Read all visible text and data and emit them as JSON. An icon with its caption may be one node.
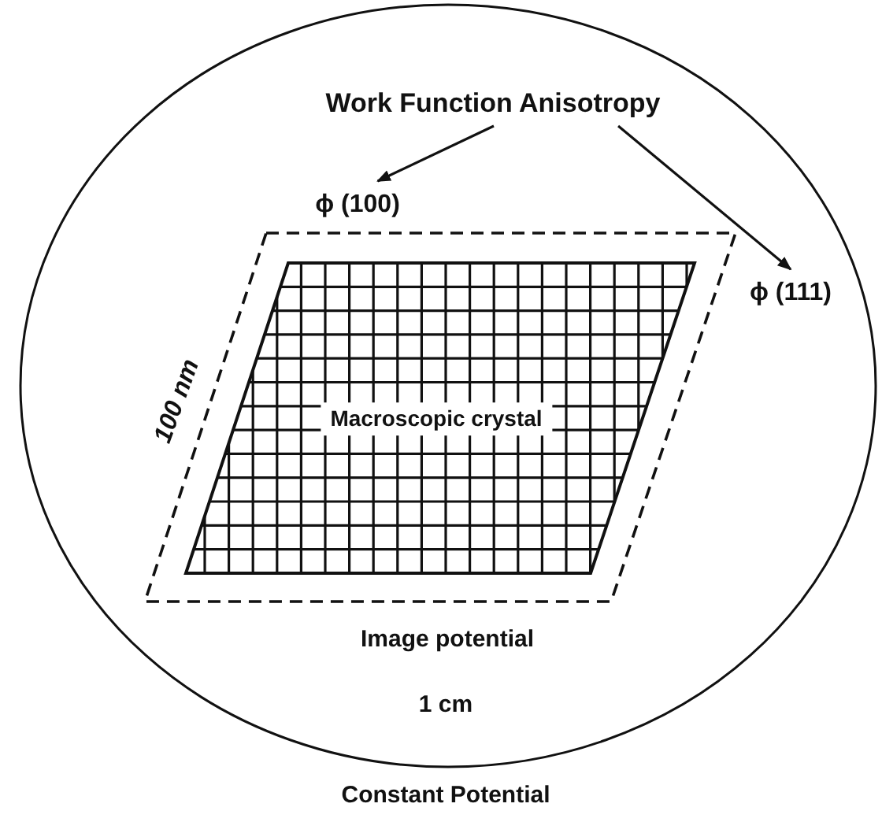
{
  "diagram": {
    "nodes": [
      {
        "text": [
          "1 cm"
        ],
        "beside": [
          "Constant Potential"
        ]
      },
      {
        "text": [
          "Work Function Anisotropy"
        ],
        "in": 0
      },
      {
        "text": [
          "ϕ (100)"
        ],
        "in": 0
      },
      {
        "text": [
          "ϕ (111)"
        ],
        "in": 0
      },
      {
        "text": [],
        "shape": "parallelogram",
        "beside": [
          "Image potential"
        ],
        "in": 0
      },
      {
        "text": [
          "Macroscopic crystal"
        ],
        "in": 4
      }
    ],
    "edges": [
      {
        "from": 1,
        "to": 2,
        "arrow": "to"
      },
      {
        "from": 1,
        "to": 3,
        "arrow": "to"
      }
    ],
    "labels": [
      "100 nm"
    ]
  }
}
